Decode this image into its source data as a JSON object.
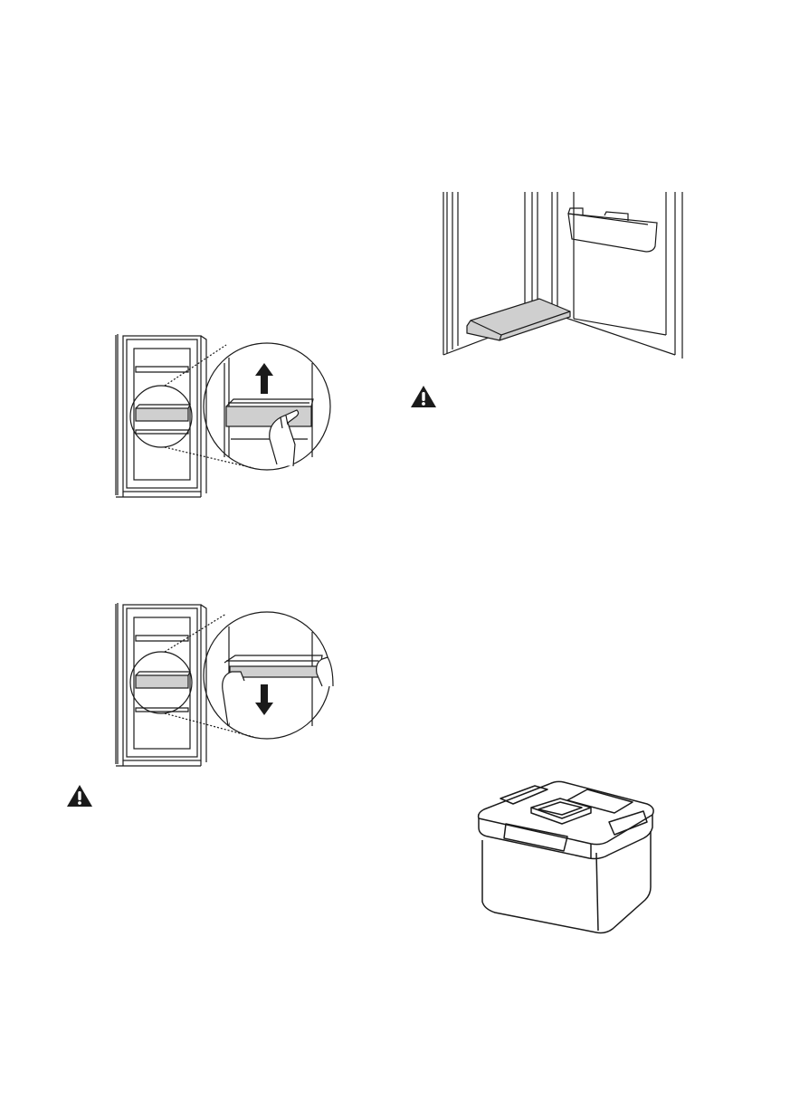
{
  "page": {
    "background": "#ffffff",
    "ink": "#1a1a1a",
    "shelf_fill": "#cfcfcf"
  },
  "figures": [
    {
      "id": "door-shelf-lift",
      "arrow": "up",
      "icons": [
        "magnify-circle-icon",
        "arrow-up-icon",
        "hand-icon"
      ]
    },
    {
      "id": "door-shelf-insert",
      "arrow": "down",
      "icons": [
        "magnify-circle-icon",
        "arrow-down-icon",
        "hand-icon"
      ]
    },
    {
      "id": "open-door-with-tray"
    },
    {
      "id": "storage-container"
    }
  ],
  "warnings": [
    {
      "id": "warning-right",
      "icon": "warning-triangle-icon"
    },
    {
      "id": "warning-left",
      "icon": "warning-triangle-icon"
    }
  ]
}
